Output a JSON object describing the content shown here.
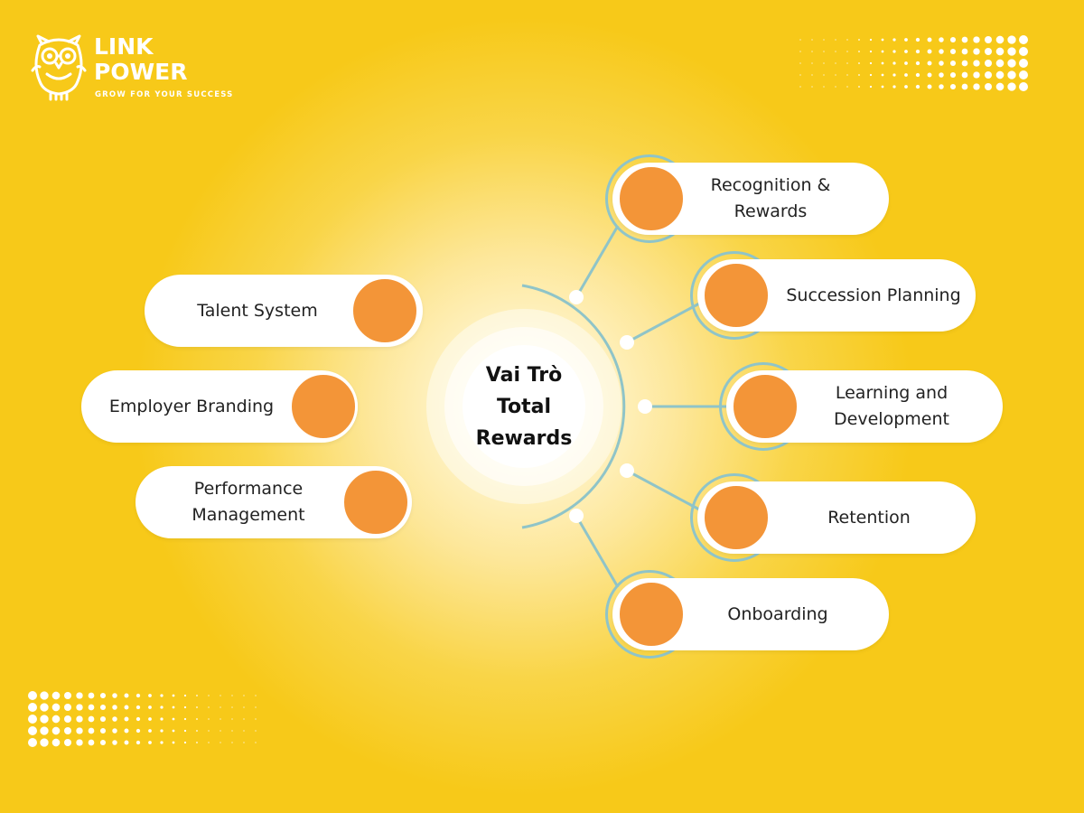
{
  "brand": {
    "line1": "LINK",
    "line2": "POWER",
    "tagline": "GROW FOR YOUR SUCCESS"
  },
  "center": {
    "title": "Vai Trò Total Rewards"
  },
  "left_items": [
    {
      "label": "Talent System"
    },
    {
      "label": "Employer Branding"
    },
    {
      "label": "Performance Management"
    }
  ],
  "right_items": [
    {
      "label": "Recognition & Rewards"
    },
    {
      "label": "Succession Planning"
    },
    {
      "label": "Learning and Development"
    },
    {
      "label": "Retention"
    },
    {
      "label": "Onboarding"
    }
  ],
  "colors": {
    "background": "#f7c919",
    "node": "#f39538",
    "connector": "#8fc4c8",
    "pill": "#ffffff"
  },
  "icons": {
    "logo": "owl-icon"
  }
}
